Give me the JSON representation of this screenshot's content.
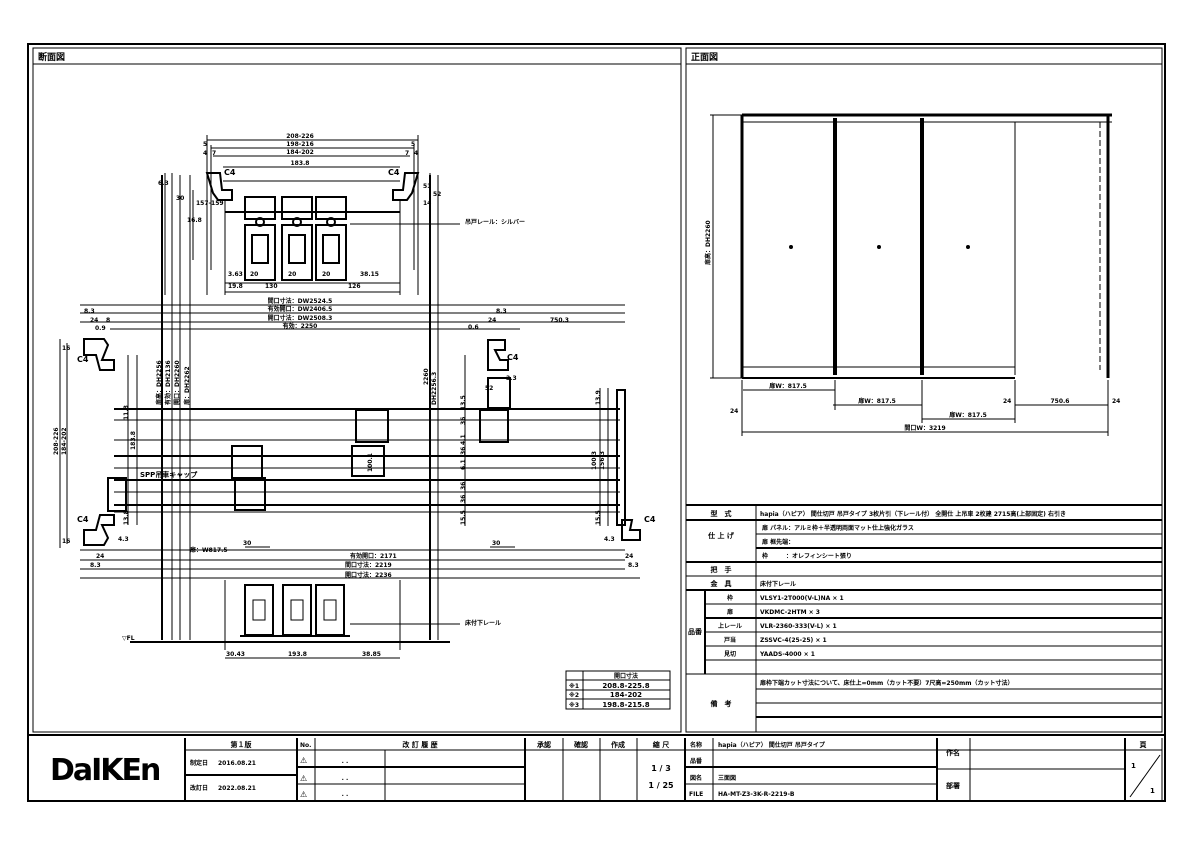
{
  "panels": {
    "section_title": "断面図",
    "front_title": "正面図"
  },
  "section": {
    "top_dims": [
      "208-226",
      "198-216",
      "184-202",
      "183.8"
    ],
    "top_small": [
      "5",
      "4",
      "7",
      "7",
      "4",
      "5"
    ],
    "top_side": [
      "6.3",
      "30",
      "157-159",
      "16.8",
      "C4",
      "C4",
      "51",
      "14",
      "52"
    ],
    "top_parts": [
      "3.63",
      "20",
      "20",
      "20",
      "38.15",
      "19.8",
      "130",
      "126"
    ],
    "rail_label": "吊戸レール：シルバー",
    "h_dims": [
      "間口寸法：DW2524.5",
      "有効開口：DW2406.5",
      "開口寸法：DW2508.3",
      "有効：2250"
    ],
    "left_small": [
      "8.3",
      "24",
      "8",
      "0.9",
      "16",
      "C4",
      "C4",
      "16",
      "4.3",
      "24",
      "8.3"
    ],
    "left_v": [
      "208-226",
      "184-202",
      "183.8",
      "11.8",
      "13.8"
    ],
    "center_v": [
      "扉高：DH2256",
      "有効：DH2136",
      "開口：DH2260",
      "扉：DH2262"
    ],
    "cap_label": "SPP吊車キャップ",
    "mid_dims": [
      "30",
      "扉：W817.5",
      "100.1",
      "30"
    ],
    "right_dims": [
      "0.6",
      "24",
      "8.3",
      "750.3",
      "C4",
      "3.3",
      "52",
      "13.5",
      "36",
      "36",
      "4.1",
      "36",
      "6.1",
      "36",
      "15.5",
      "13.9",
      "100.3",
      "156.3",
      "15.5",
      "C4",
      "4.3",
      "24",
      "8.3"
    ],
    "right_v": [
      "2260",
      "DH2256.3"
    ],
    "bottom_dims": [
      "有効開口：2171",
      "間口寸法：2219",
      "開口寸法：2236"
    ],
    "bottom_parts": [
      "30.43",
      "193.8",
      "38.85"
    ],
    "floor_rail_label": "床付下レール",
    "fl_label": "▽FL",
    "size_table": {
      "header": "開口寸法",
      "rows": [
        [
          "※1",
          "208.8-225.8"
        ],
        [
          "※2",
          "184-202"
        ],
        [
          "※3",
          "198.8-215.8"
        ]
      ]
    }
  },
  "front": {
    "height_dim": "扉高：DH2260",
    "dims": [
      "扉W：817.5",
      "扉W：817.5",
      "扉W：817.5",
      "750.6",
      "24",
      "24",
      "24",
      "間口W：3219"
    ]
  },
  "spec": {
    "rows": [
      {
        "label": "型　式",
        "value": "hapia（ハピア） 間仕切戸 吊戸タイプ 3枚片引（下レール付） 全開仕 上吊車 2枚建 2715高(上部固定) 右引き"
      },
      {
        "label": "仕 上 げ",
        "values": [
          "扉 パネル：アルミ枠＋半透明両面マット仕上強化ガラス",
          "扉 框先端：",
          "枠　　　：オレフィンシート張り"
        ]
      },
      {
        "label": "把　手",
        "value": ""
      },
      {
        "label": "金　具",
        "value": "床付下レール"
      }
    ],
    "parts_label": "品番",
    "parts": [
      {
        "label": "枠",
        "value": "VLSY1-2T000(V-L)NA × 1"
      },
      {
        "label": "扉",
        "value": "VKDMC-2HTM × 3"
      },
      {
        "label": "上レール",
        "value": "VLR-2360-333(V-L) × 1"
      },
      {
        "label": "戸当",
        "value": "ZSSVC-4(25-25) × 1"
      },
      {
        "label": "見切",
        "value": "YAADS-4000 × 1"
      },
      {
        "label": "",
        "value": ""
      }
    ],
    "remarks_label": "備　考",
    "remarks": [
      "扉枠下端カット寸法について、床仕上=0mm（カット不要）7尺高=250mm（カット寸法）",
      "",
      "",
      ""
    ]
  },
  "titleblock": {
    "logo": "DaIKEn",
    "edition": "第１版",
    "established_label": "制定日",
    "established": "2016.08.21",
    "revised_label": "改訂日",
    "revised": "2022.08.21",
    "no_label": "No.",
    "history_label": "改 訂 履 歴",
    "history_dates": [
      ". .",
      ". .",
      ". ."
    ],
    "approve_label": "承認",
    "check_label": "確認",
    "make_label": "作成",
    "scale_label": "縮 尺",
    "scales": [
      "1 / 3",
      "1 / 25"
    ],
    "name_label": "名称",
    "name": "hapia（ハピア） 間仕切戸 吊戸タイプ",
    "model_label": "品番",
    "model": "",
    "drawing_label": "図名",
    "drawing": "三面図",
    "file_label": "FILE",
    "file": "HA-MT-Z3-3K-R-2219-B",
    "author_label": "作名",
    "dept_label": "部署",
    "page_label": "頁",
    "page": "1",
    "pages": "1"
  }
}
